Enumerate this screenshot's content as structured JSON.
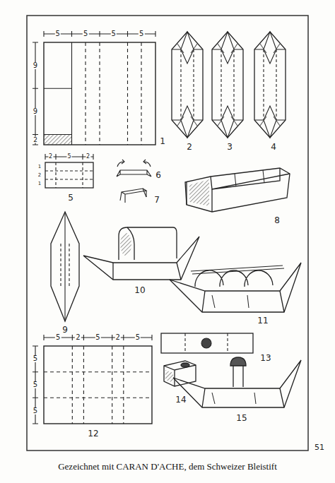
{
  "diagram": {
    "caption": "Gezeichnet mit CARAN D'ACHE, dem Schweizer Bleistift",
    "labels": [
      "5",
      "5",
      "5",
      "5",
      "9",
      "9",
      "2",
      "1",
      "2",
      "3",
      "4",
      "2",
      "5",
      "2",
      "1",
      "2",
      "1",
      "5",
      "6",
      "7",
      "8",
      "9",
      "10",
      "11",
      "5",
      "2",
      "5",
      "2",
      "5",
      "5",
      "5",
      "5",
      "12",
      "13",
      "14",
      "15",
      "51"
    ]
  }
}
